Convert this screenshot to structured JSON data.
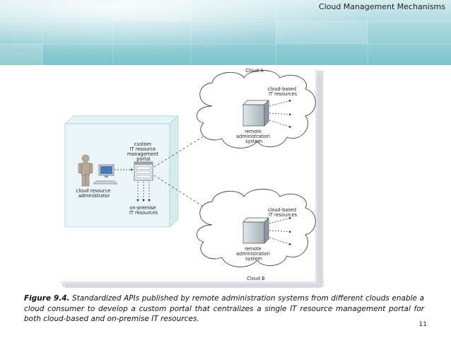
{
  "header": {
    "title": "Cloud Management Mechanisms"
  },
  "figure": {
    "cloud_a": {
      "name": "Cloud A",
      "resources_label": [
        "cloud-based",
        "IT resources"
      ],
      "system_label": [
        "remote",
        "administration",
        "system"
      ]
    },
    "cloud_b": {
      "name": "Cloud B",
      "resources_label": [
        "cloud-based",
        "IT resources"
      ],
      "system_label": [
        "remote",
        "administration",
        "system"
      ]
    },
    "portal_label": [
      "custom",
      "IT resource",
      "management",
      "portal"
    ],
    "admin_label": [
      "cloud resource",
      "administrator"
    ],
    "onprem_label": [
      "on-premise",
      "IT resources"
    ]
  },
  "caption": {
    "figure_ref": "Figure 9.4.",
    "text": " Standardized APIs published by remote administration systems from different clouds enable a cloud consumer to develop a custom portal that centralizes a single IT resource management portal for both cloud-based and on-premise IT resources."
  },
  "footer": {
    "page_number": "11"
  }
}
